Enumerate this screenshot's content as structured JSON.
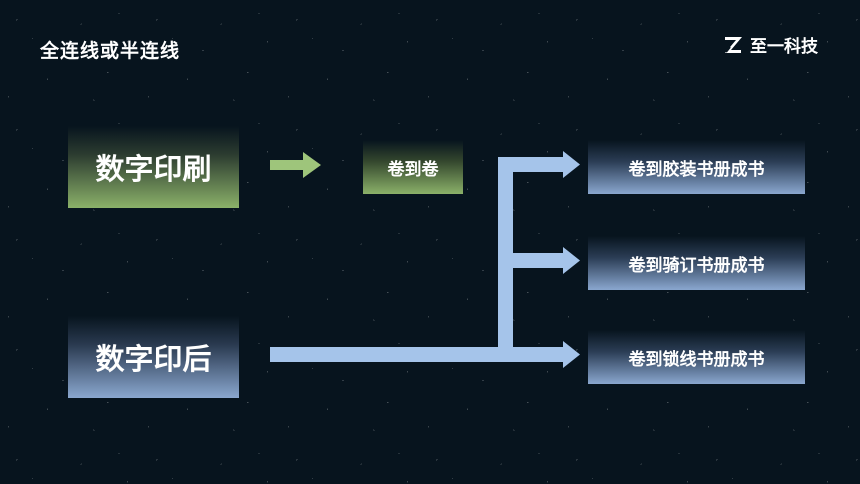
{
  "header": {
    "title": "全连线或半连线",
    "brand_name": "至一科技"
  },
  "left_nodes": [
    {
      "label": "数字印刷",
      "color": "#8bb169"
    },
    {
      "label": "数字印后",
      "color": "#8aa7cf"
    }
  ],
  "middle_node": {
    "label": "卷到卷",
    "color": "#8bb169"
  },
  "right_nodes": [
    {
      "label": "卷到胶装书册成书"
    },
    {
      "label": "卷到骑订书册成书"
    },
    {
      "label": "卷到锁线书册成书"
    }
  ],
  "colors": {
    "background": "#07141e",
    "green": "#8bb169",
    "blue": "#8aa7cf",
    "connector": "#a5c4ea"
  }
}
